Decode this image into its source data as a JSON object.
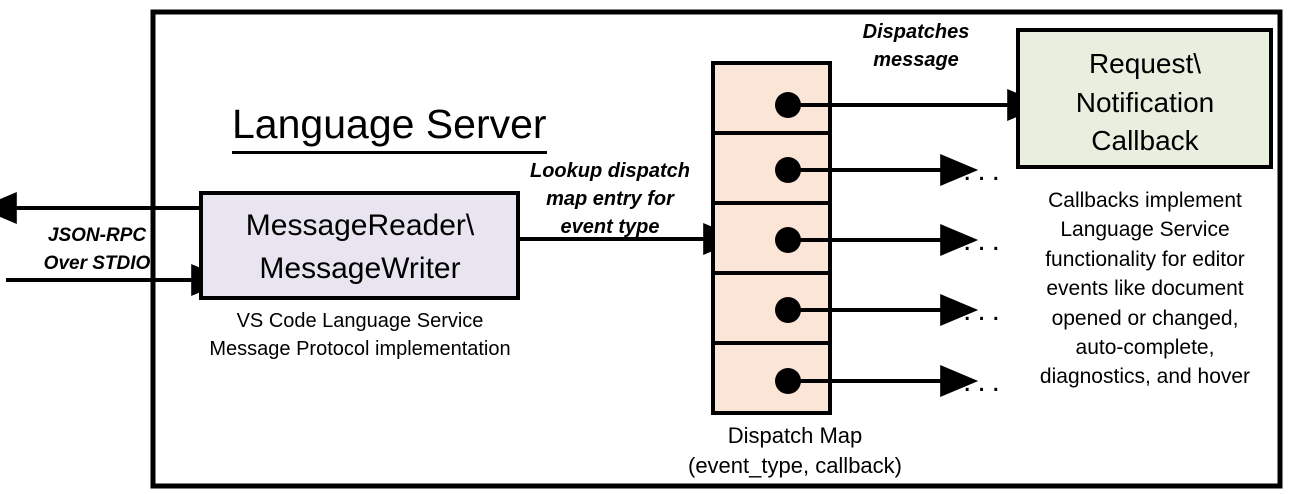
{
  "diagram": {
    "title": "Language Server",
    "outer_boundary": {
      "name": "language-server-boundary"
    },
    "colors": {
      "message_io_box_fill": "#E8E5F0",
      "dispatch_map_fill": "#FBE5D6",
      "callback_box_fill": "#E9EFDE",
      "stroke": "#000000",
      "background": "#FFFFFF"
    },
    "nodes": {
      "message_io": {
        "label": "MessageReader\\\nMessageWriter",
        "caption": "VS Code Language Service\nMessage Protocol implementation"
      },
      "dispatch_map": {
        "caption": "Dispatch Map\n(event_type, callback)",
        "row_count": 5,
        "rows": [
          {
            "index": 1,
            "has_entry_dot": true,
            "target": "Request\\ Notification Callback"
          },
          {
            "index": 2,
            "has_entry_dot": true,
            "target": "..."
          },
          {
            "index": 3,
            "has_entry_dot": true,
            "target": "..."
          },
          {
            "index": 4,
            "has_entry_dot": true,
            "target": "..."
          },
          {
            "index": 5,
            "has_entry_dot": true,
            "target": "..."
          }
        ]
      },
      "callback": {
        "label": "Request\\\nNotification\nCallback",
        "caption": "Callbacks implement\nLanguage Service\nfunctionality for editor\nevents like document\nopened or changed,\nauto-complete,\ndiagnostics, and hover"
      }
    },
    "edges": {
      "external_io": {
        "label": "JSON-RPC\nOver STDIO",
        "outbound_direction": "left",
        "inbound_direction": "right"
      },
      "lookup": {
        "label": "Lookup dispatch\nmap entry for\nevent type"
      },
      "dispatch": {
        "label": "Dispatches\nmessage"
      },
      "ellipsis_symbol": "..."
    }
  }
}
